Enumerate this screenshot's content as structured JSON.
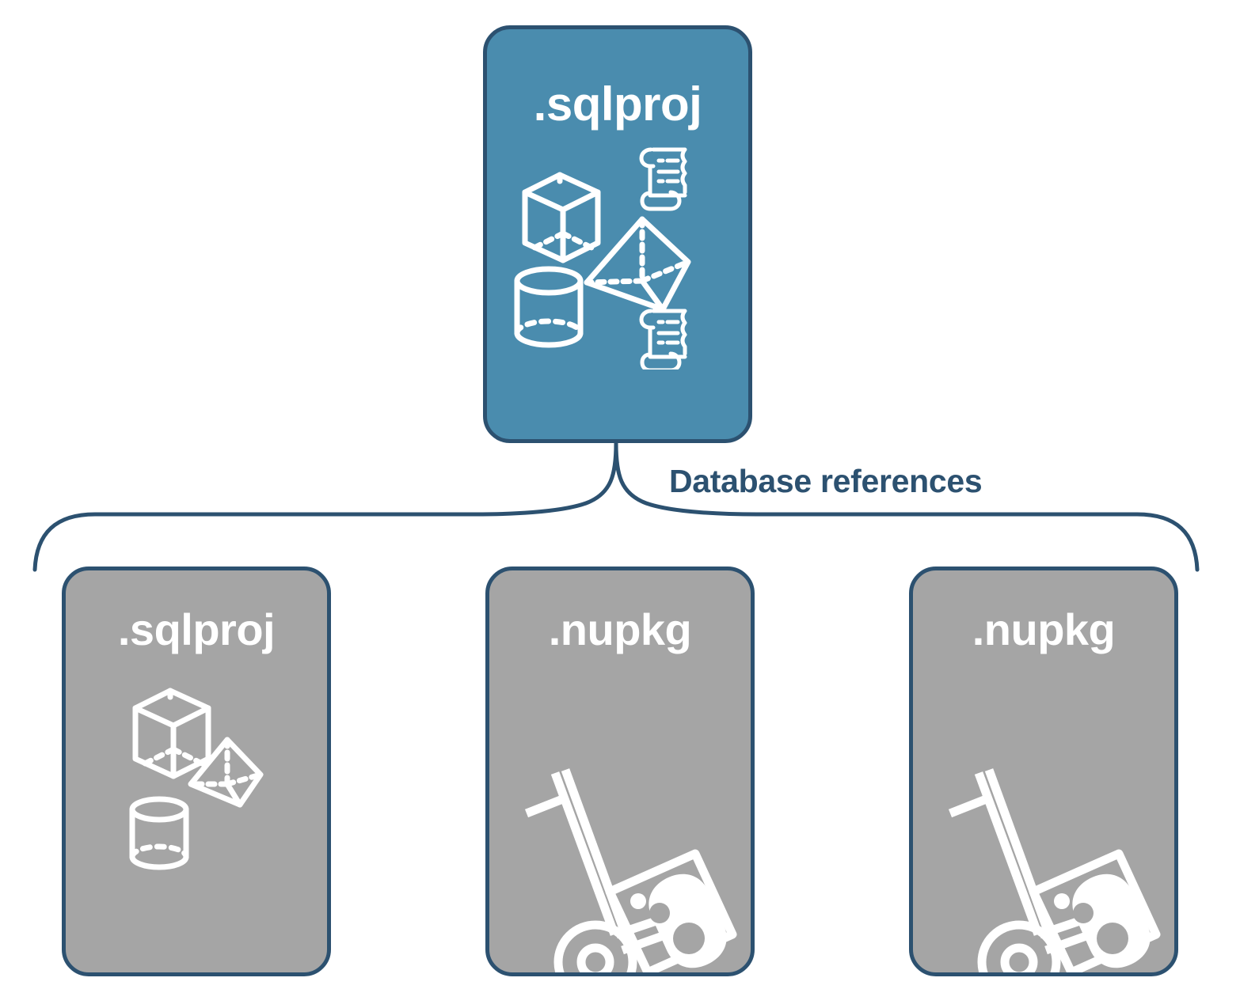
{
  "diagram": {
    "title_text": "Database references",
    "colors": {
      "accent_blue": "#4a8cae",
      "border_navy": "#2c5170",
      "gray_box": "#a5a5a5",
      "icon_white": "#ffffff",
      "background": "#ffffff"
    },
    "root": {
      "label": ".sqlproj",
      "icons": [
        "cube-wireframe-icon",
        "pyramid-wireframe-icon",
        "cylinder-wireframe-icon",
        "script-scroll-icon",
        "script-scroll-icon"
      ]
    },
    "connector": {
      "label": "Database references",
      "style": "curly-bracket"
    },
    "references": [
      {
        "label": ".sqlproj",
        "icons": [
          "cube-wireframe-icon",
          "pyramid-wireframe-icon",
          "cylinder-wireframe-icon"
        ]
      },
      {
        "label": ".nupkg",
        "icons": [
          "hand-truck-package-icon"
        ]
      },
      {
        "label": ".nupkg",
        "icons": [
          "hand-truck-package-icon"
        ]
      }
    ]
  }
}
